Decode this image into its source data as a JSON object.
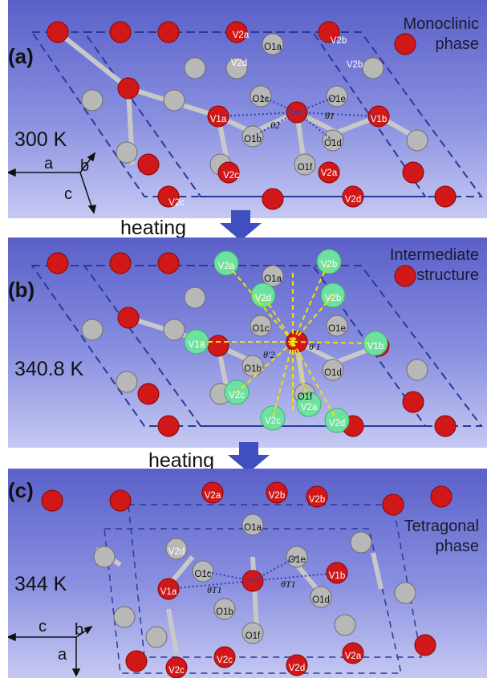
{
  "panels": [
    {
      "label": "(a)",
      "temperature": "300 K",
      "phase_line1": "Monoclinic",
      "phase_line2": "phase",
      "axes": [
        "a",
        "b",
        "c"
      ],
      "angles": [
        "θ2",
        "θ1"
      ],
      "atoms": [
        "V2a",
        "V2b",
        "V2d",
        "O1a",
        "V2b",
        "O1c",
        "O1e",
        "V1a",
        "V1b",
        "O1b",
        "O1d",
        "V2c",
        "O1f",
        "V2a",
        "V2c",
        "V2d"
      ]
    },
    {
      "label": "(b)",
      "temperature": "340.8 K",
      "phase_line1": "Intermediate",
      "phase_line2": "structure",
      "angles": [
        "θ'2",
        "θ'1"
      ],
      "atoms": [
        "V2a",
        "V2b",
        "V2d",
        "O1a",
        "V2b",
        "O1c",
        "O1e",
        "V1a",
        "V1b",
        "O1b",
        "O1d",
        "V2c",
        "O1f",
        "V2a",
        "V2c",
        "V2d"
      ]
    },
    {
      "label": "(c)",
      "temperature": "344 K",
      "phase_line1": "Tetragonal",
      "phase_line2": "phase",
      "axes": [
        "c",
        "b",
        "a"
      ],
      "angles": [
        "θT1",
        "θT1"
      ],
      "atoms": [
        "V2a",
        "V2b",
        "V2b",
        "V2d",
        "O1a",
        "O1c",
        "O1e",
        "V1a",
        "V1b",
        "O1b",
        "O1d",
        "O1f",
        "V2c",
        "V2a",
        "V2c",
        "V2d"
      ]
    }
  ],
  "arrows": [
    "heating",
    "heating"
  ],
  "colors": {
    "vanadium": "#d01818",
    "oxygen": "#b8b8b8",
    "highlight": "#6ee0a0",
    "cell": "#2a3a9a",
    "arrow": "#3f4fc0"
  }
}
